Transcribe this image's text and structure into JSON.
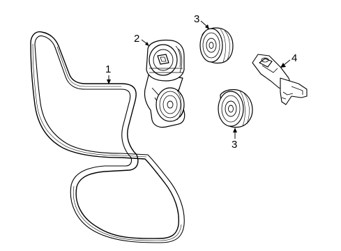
{
  "diagram": {
    "callouts": [
      {
        "number": "1",
        "part": "serpentine-belt"
      },
      {
        "number": "2",
        "part": "belt-tensioner"
      },
      {
        "number": "3",
        "part": "idler-pulley-upper"
      },
      {
        "number": "3",
        "part": "idler-pulley-lower"
      },
      {
        "number": "4",
        "part": "tensioner-bracket"
      }
    ],
    "colors": {
      "line": "#000000",
      "background": "#ffffff"
    }
  }
}
